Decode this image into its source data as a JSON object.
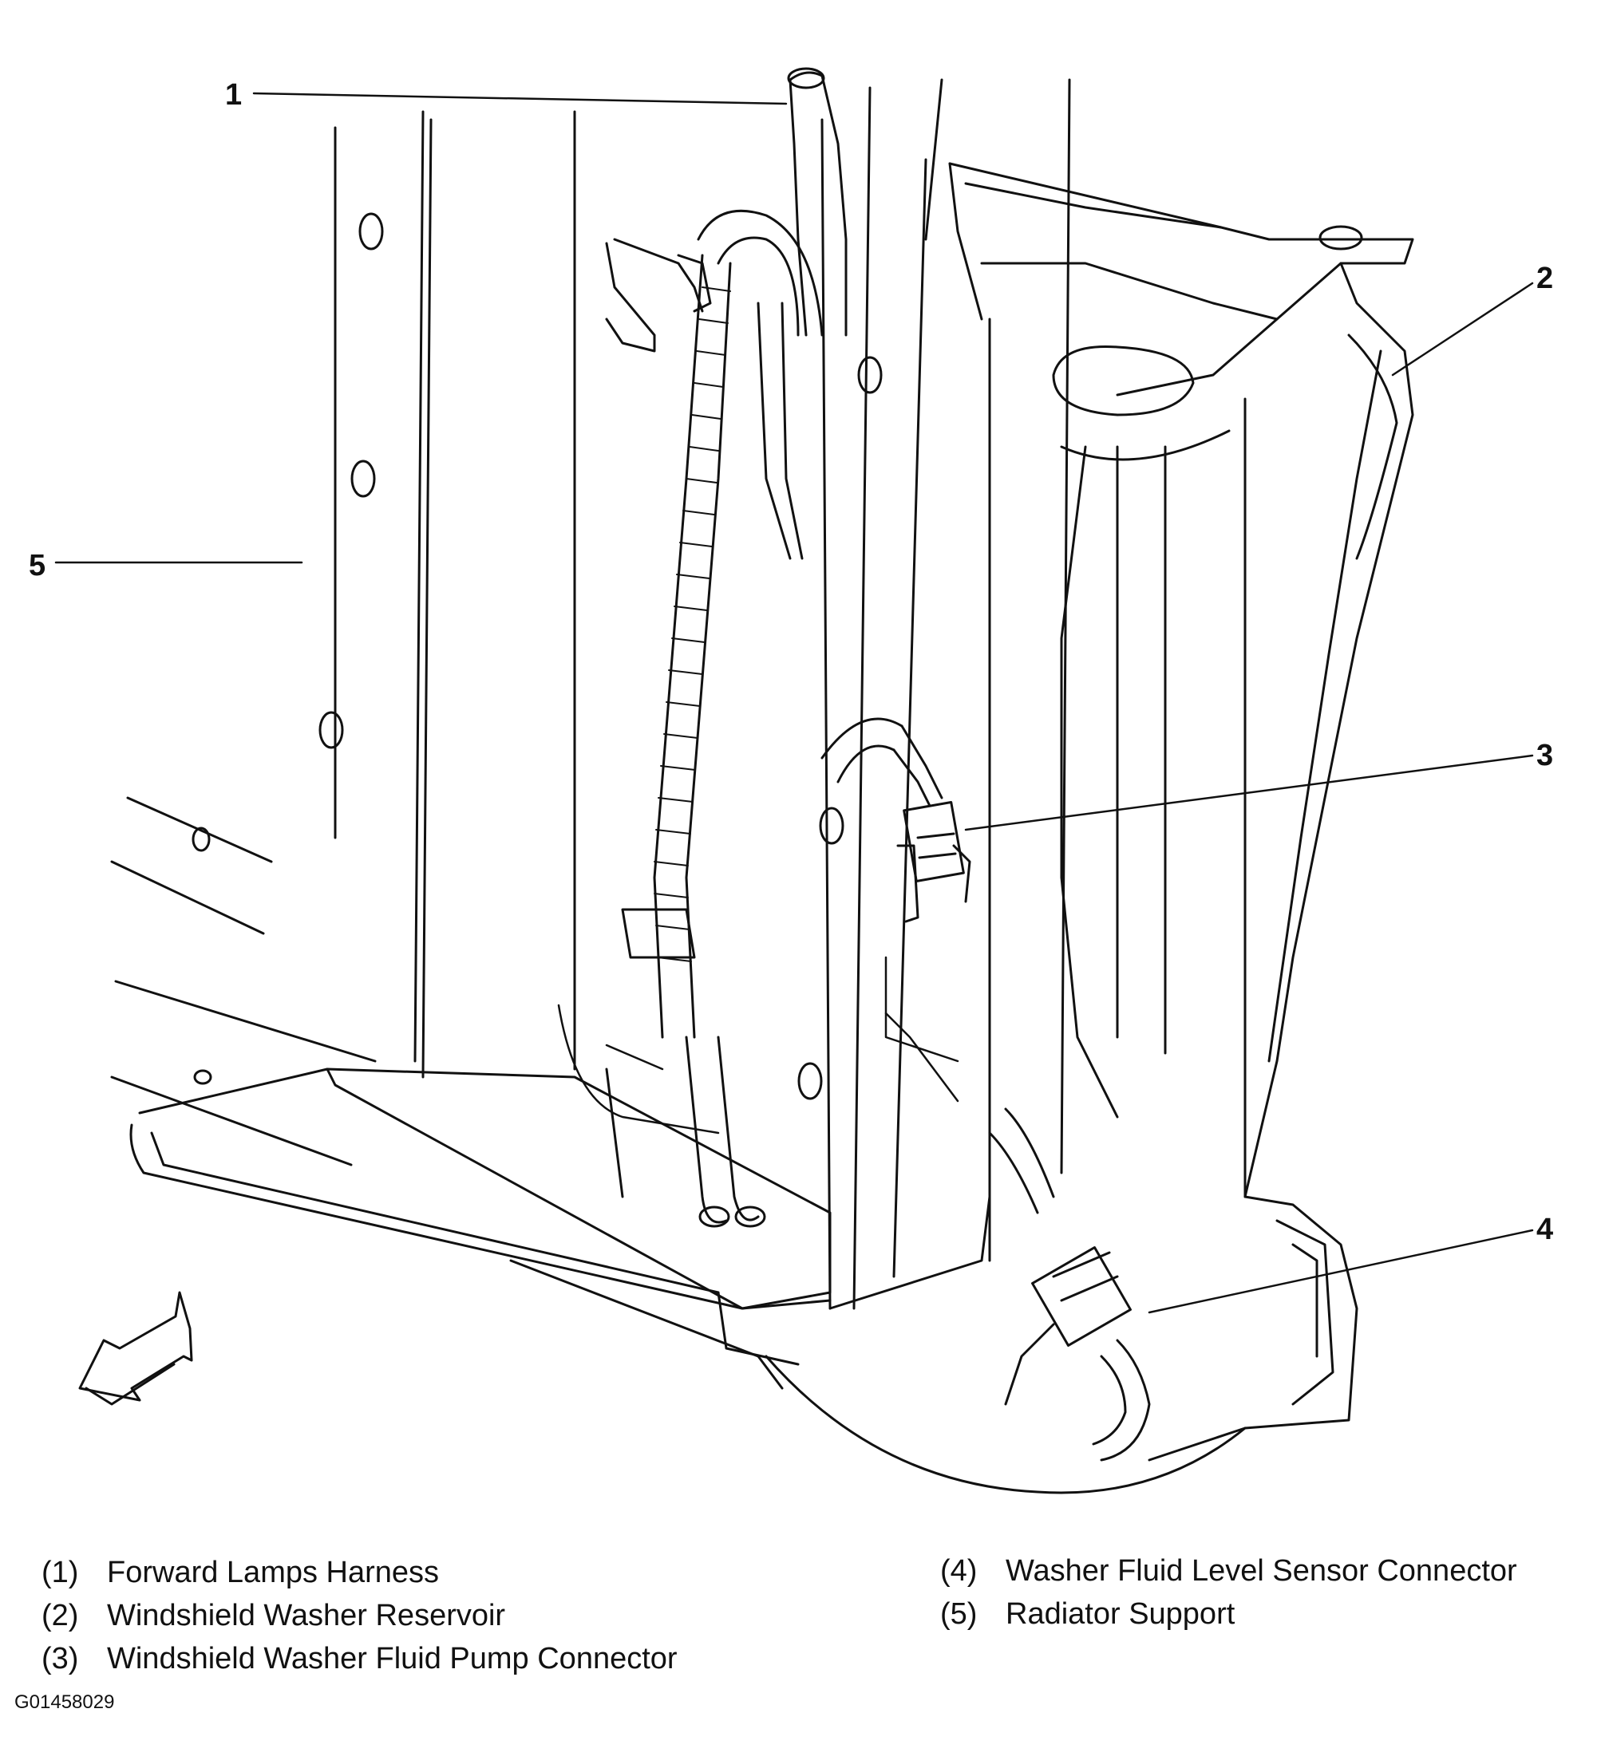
{
  "callouts": [
    {
      "number": "1",
      "label": "Forward Lamps Harness"
    },
    {
      "number": "2",
      "label": "Windshield Washer Reservoir"
    },
    {
      "number": "3",
      "label": "Windshield Washer Fluid Pump Connector"
    },
    {
      "number": "4",
      "label": "Washer Fluid Level Sensor Connector"
    },
    {
      "number": "5",
      "label": "Radiator Support"
    }
  ],
  "legend": [
    {
      "num": "(1)",
      "label": "Forward Lamps Harness"
    },
    {
      "num": "(2)",
      "label": "Windshield Washer Reservoir"
    },
    {
      "num": "(3)",
      "label": "Windshield Washer Fluid Pump Connector"
    },
    {
      "num": "(4)",
      "label": "Washer Fluid Level Sensor Connector"
    },
    {
      "num": "(5)",
      "label": "Radiator Support"
    }
  ],
  "figure_id": "G01458029",
  "colors": {
    "ink": "#111111",
    "paper": "#ffffff"
  },
  "icons": {
    "direction_arrow": "forward-arrow-icon"
  }
}
